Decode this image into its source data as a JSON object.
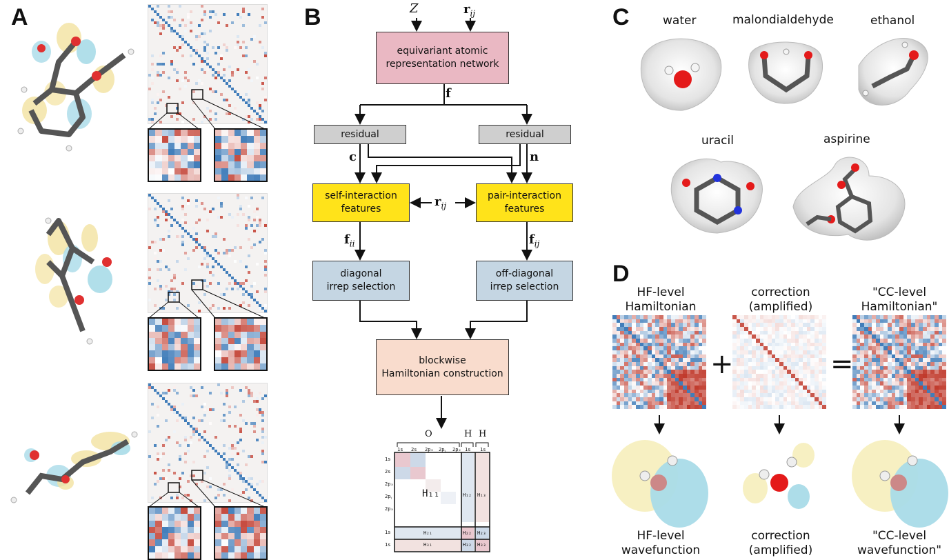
{
  "panels": {
    "a": "A",
    "b": "B",
    "c": "C",
    "d": "D"
  },
  "diagram": {
    "inputs": {
      "z": "Z",
      "rij_main": "r",
      "rij_sub": "ij"
    },
    "network": "equivariant atomic\nrepresentation network",
    "f_label": "f",
    "residual_left": "residual",
    "residual_right": "residual",
    "c_label": "c",
    "n_label": "n",
    "self_interaction": "self-interaction\nfeatures",
    "pair_interaction": "pair-interaction\nfeatures",
    "rij_mid_main": "r",
    "rij_mid_sub": "ij",
    "fii_main": "f",
    "fii_sub": "ii",
    "fij_main": "f",
    "fij_sub": "ij",
    "diagonal": "diagonal\nirrep selection",
    "offdiagonal": "off-diagonal\nirrep selection",
    "construction": "blockwise\nHamiltonian construction",
    "matrix": {
      "atom_o": "O",
      "atom_h1": "H",
      "atom_h2": "H",
      "col_labels": [
        "1s",
        "2s",
        "2pₓ",
        "2pᵧ",
        "2pₓ",
        "1s",
        "1s"
      ],
      "row_labels": [
        "1s",
        "2s",
        "2pₓ",
        "2pᵧ",
        "2pₓ",
        "1s",
        "1s"
      ],
      "h11": "H₁₁",
      "h12": "H₁₂",
      "h13": "H₁₃",
      "h21": "H₂₁",
      "h22": "H₂₂",
      "h23": "H₂₃",
      "h31": "H₃₁",
      "h32": "H₃₂",
      "h33": "H₃₃"
    }
  },
  "molecules": {
    "water": "water",
    "malondialdehyde": "malondialdehyde",
    "ethanol": "ethanol",
    "uracil": "uracil",
    "aspirine": "aspirine"
  },
  "panel_d": {
    "hf_hamiltonian": "HF-level\nHamiltonian",
    "correction_top": "correction\n(amplified)",
    "cc_hamiltonian": "\"CC-level\nHamiltonian\"",
    "plus": "+",
    "equals": "=",
    "hf_wavefunction": "HF-level\nwavefunction",
    "correction_bottom": "correction\n(amplified)",
    "cc_wavefunction": "\"CC-level\nwavefunction\""
  },
  "colors": {
    "network_box": "#eab8c3",
    "residual_box": "#cfcfcf",
    "feature_box": "#ffe31a",
    "selection_box": "#c5d6e3",
    "construction_box": "#f9dccd",
    "heat_red": "#c0392b",
    "heat_blue": "#2c6fb2"
  }
}
